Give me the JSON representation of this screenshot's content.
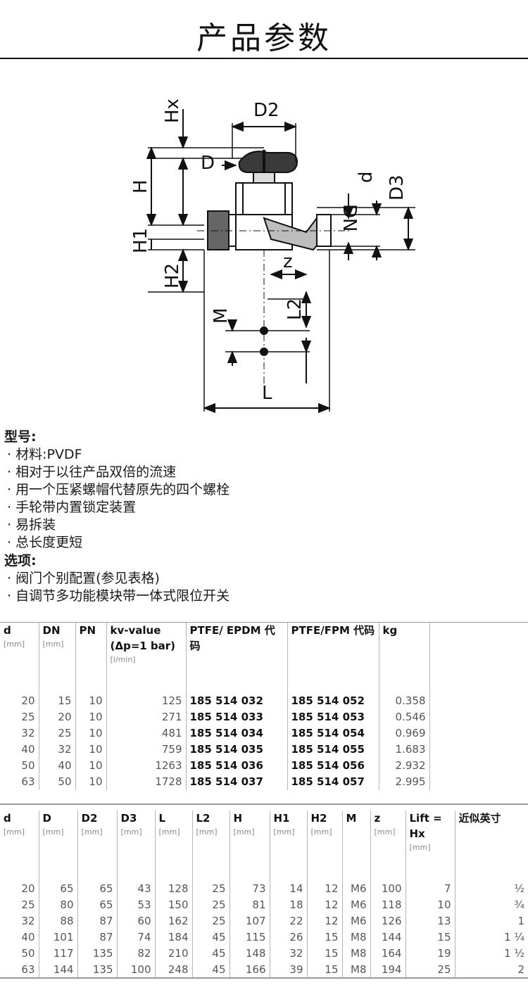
{
  "page": {
    "title": "产品参数"
  },
  "drawing": {
    "labels": [
      "Hx",
      "D2",
      "D",
      "H",
      "DN",
      "d",
      "D3",
      "H1",
      "z",
      "H2",
      "L2",
      "M",
      "L"
    ]
  },
  "features": {
    "model_heading": "型号:",
    "model_items": [
      "· 材料:PVDF",
      "· 相对于以往产品双倍的流速",
      "· 用一个压紧螺帽代替原先的四个螺栓",
      "· 手轮带内置锁定装置",
      "· 易拆装",
      "· 总长度更短"
    ],
    "options_heading": "选项:",
    "options_items": [
      "· 阀门个别配置(参见表格)",
      "· 自调节多功能模块带一体式限位开关"
    ]
  },
  "table1": {
    "headers": [
      {
        "label": "d",
        "unit": "[mm]"
      },
      {
        "label": "DN",
        "unit": "[mm]"
      },
      {
        "label": "PN",
        "unit": ""
      },
      {
        "label": "kv-value (Δp=1 bar)",
        "unit": "[l/min]"
      },
      {
        "label": "PTFE/ EPDM 代码",
        "unit": ""
      },
      {
        "label": "PTFE/FPM 代码",
        "unit": ""
      },
      {
        "label": "kg",
        "unit": ""
      }
    ],
    "rows": [
      [
        "20",
        "15",
        "10",
        "125",
        "185 514 032",
        "185 514 052",
        "0.358"
      ],
      [
        "25",
        "20",
        "10",
        "271",
        "185 514 033",
        "185 514 053",
        "0.546"
      ],
      [
        "32",
        "25",
        "10",
        "481",
        "185 514 034",
        "185 514 054",
        "0.969"
      ],
      [
        "40",
        "32",
        "10",
        "759",
        "185 514 035",
        "185 514 055",
        "1.683"
      ],
      [
        "50",
        "40",
        "10",
        "1263",
        "185 514 036",
        "185 514 056",
        "2.932"
      ],
      [
        "63",
        "50",
        "10",
        "1728",
        "185 514 037",
        "185 514 057",
        "2.995"
      ]
    ]
  },
  "table2": {
    "headers": [
      {
        "label": "d",
        "unit": "[mm]"
      },
      {
        "label": "D",
        "unit": "[mm]"
      },
      {
        "label": "D2",
        "unit": "[mm]"
      },
      {
        "label": "D3",
        "unit": "[mm]"
      },
      {
        "label": "L",
        "unit": "[mm]"
      },
      {
        "label": "L2",
        "unit": "[mm]"
      },
      {
        "label": "H",
        "unit": "[mm]"
      },
      {
        "label": "H1",
        "unit": "[mm]"
      },
      {
        "label": "H2",
        "unit": "[mm]"
      },
      {
        "label": "M",
        "unit": ""
      },
      {
        "label": "z",
        "unit": "[mm]"
      },
      {
        "label": "Lift = Hx",
        "unit": "[mm]"
      },
      {
        "label": "近似英寸",
        "unit": ""
      }
    ],
    "rows": [
      [
        "20",
        "65",
        "65",
        "43",
        "128",
        "25",
        "73",
        "14",
        "12",
        "M6",
        "100",
        "7",
        "½"
      ],
      [
        "25",
        "80",
        "65",
        "53",
        "150",
        "25",
        "81",
        "18",
        "12",
        "M6",
        "118",
        "10",
        "¾"
      ],
      [
        "32",
        "88",
        "87",
        "60",
        "162",
        "25",
        "107",
        "22",
        "12",
        "M6",
        "126",
        "13",
        "1"
      ],
      [
        "40",
        "101",
        "87",
        "74",
        "184",
        "45",
        "115",
        "26",
        "15",
        "M8",
        "144",
        "15",
        "1 ¼"
      ],
      [
        "50",
        "117",
        "135",
        "82",
        "210",
        "45",
        "148",
        "32",
        "15",
        "M8",
        "164",
        "19",
        "1 ½"
      ],
      [
        "63",
        "144",
        "135",
        "100",
        "248",
        "45",
        "166",
        "39",
        "15",
        "M8",
        "194",
        "25",
        "2"
      ]
    ]
  }
}
